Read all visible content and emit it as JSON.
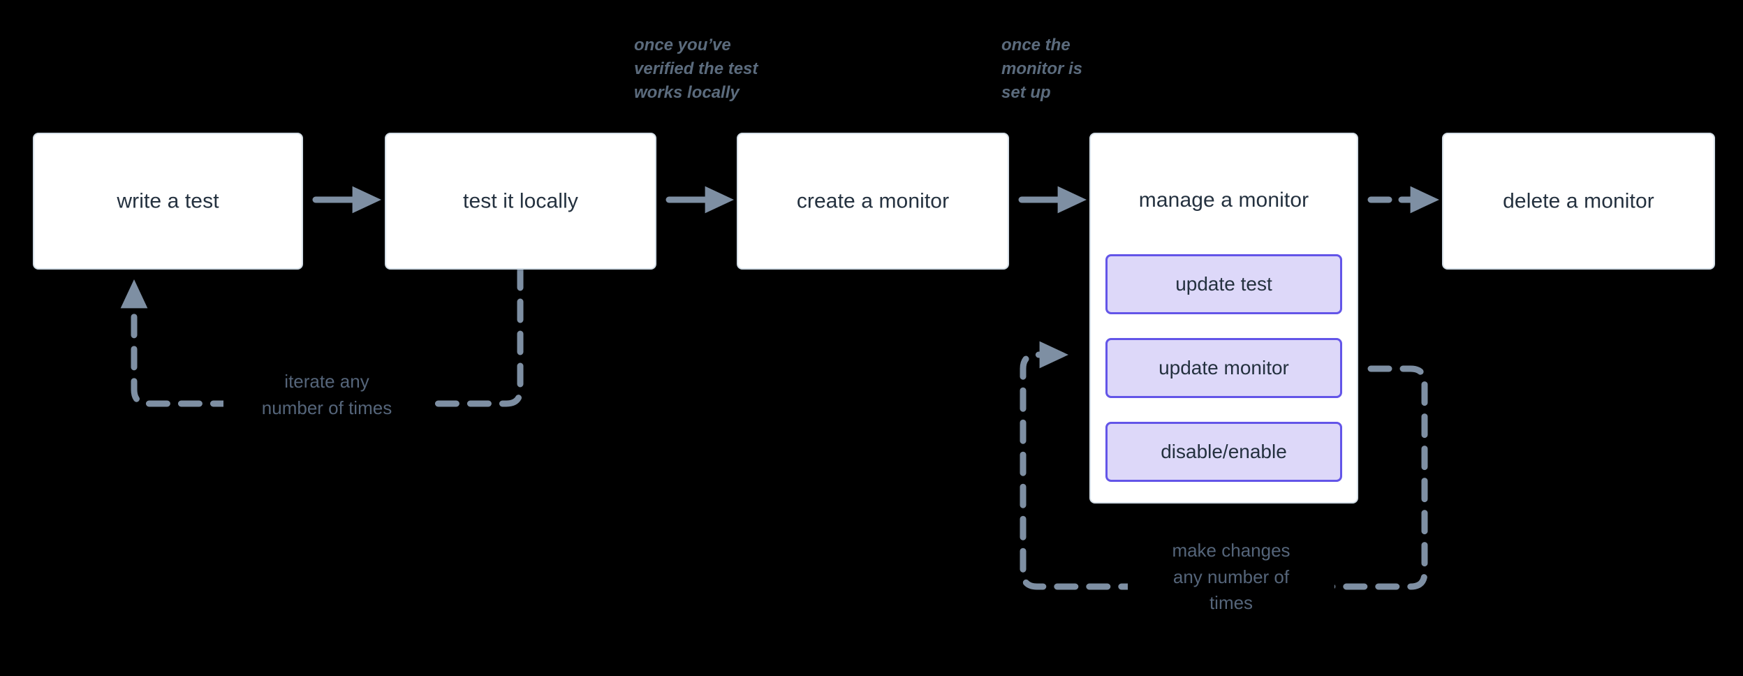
{
  "diagram": {
    "title": "monitor lifecycle flow",
    "background": "#000000",
    "colors": {
      "node_fill": "#ffffff",
      "node_border": "#d5dfe7",
      "node_text": "#24313f",
      "subnode_fill": "#ddd8f9",
      "subnode_border": "#6355e8",
      "edge": "#7e8fa3",
      "annotation_text": "#5b6b7d",
      "loop_label_text": "#55657a"
    },
    "nodes": [
      {
        "id": "write-a-test",
        "label": "write a test"
      },
      {
        "id": "test-it-locally",
        "label": "test it locally"
      },
      {
        "id": "create-a-monitor",
        "label": "create a monitor"
      },
      {
        "id": "manage-a-monitor",
        "label": "manage a monitor"
      },
      {
        "id": "delete-a-monitor",
        "label": "delete a monitor"
      }
    ],
    "subnodes": [
      {
        "id": "update-test",
        "label": "update test"
      },
      {
        "id": "update-monitor",
        "label": "update monitor"
      },
      {
        "id": "disable-enable",
        "label": "disable/enable"
      }
    ],
    "annotations": [
      {
        "id": "verified-test-note",
        "text": "once you’ve\nverified the test\nworks locally"
      },
      {
        "id": "monitor-set-up-note",
        "text": "once the\nmonitor is\nset up"
      }
    ],
    "loop_labels": [
      {
        "id": "iterate-loop-label",
        "text": "iterate any\nnumber of times"
      },
      {
        "id": "make-changes-loop-label",
        "text": "make changes\nany number of\ntimes"
      }
    ],
    "edges": [
      {
        "id": "write-to-test",
        "style": "solid",
        "arrow": true
      },
      {
        "id": "test-to-create",
        "style": "solid",
        "arrow": true
      },
      {
        "id": "create-to-manage",
        "style": "solid",
        "arrow": true
      },
      {
        "id": "manage-to-delete",
        "style": "dashed",
        "arrow": true
      },
      {
        "id": "test-back-to-write-loop",
        "style": "dashed",
        "arrow": true
      },
      {
        "id": "manage-self-loop",
        "style": "dashed",
        "arrow": true
      }
    ]
  }
}
